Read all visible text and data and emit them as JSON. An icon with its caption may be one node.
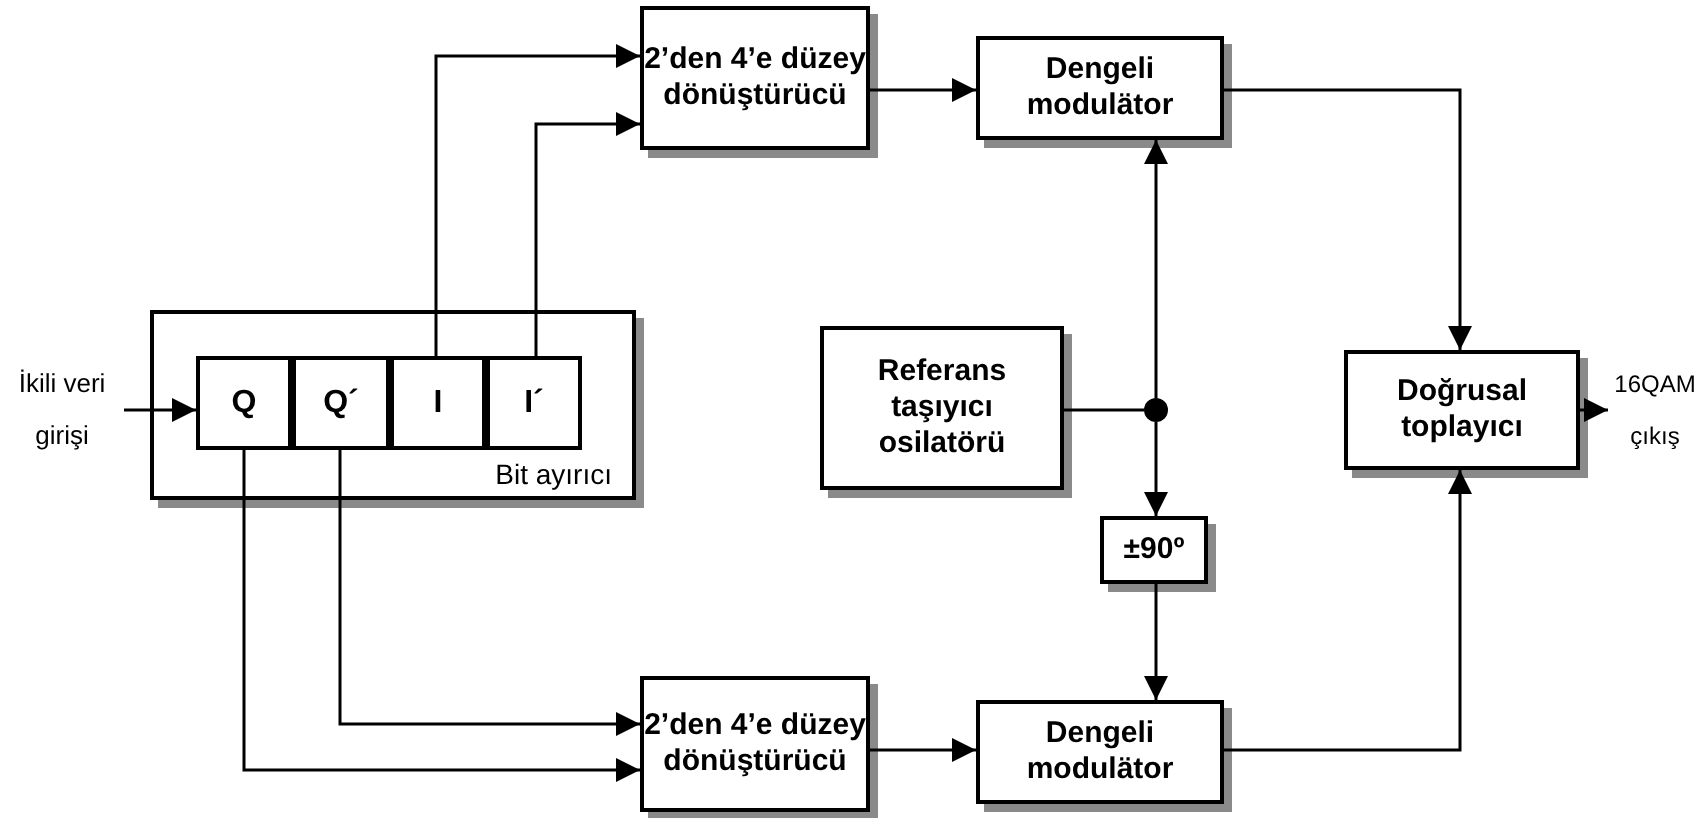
{
  "diagram": {
    "nodes": [
      {
        "text": [
          "Bit ayırıcı"
        ]
      },
      {
        "text": [
          "Q"
        ],
        "in": 0
      },
      {
        "text": [
          "Q´"
        ],
        "in": 0
      },
      {
        "text": [
          "I"
        ],
        "in": 0
      },
      {
        "text": [
          "I´"
        ],
        "in": 0
      },
      {
        "text": [
          "2’den 4’e düzey dönüştürücü"
        ]
      },
      {
        "text": [
          "Dengeli modulätor"
        ]
      },
      {
        "text": [
          "Referans taşıyıcı osilatörü"
        ]
      },
      {
        "text": [],
        "shape": "circle"
      },
      {
        "text": [
          "±90º"
        ]
      },
      {
        "text": [
          "Doğrusal toplayıcı"
        ]
      },
      {
        "text": [
          "2’den 4’e düzey dönüştürücü"
        ]
      },
      {
        "text": [
          "Dengeli modulätor"
        ]
      },
      {
        "text": [
          "İkili veri girişi"
        ]
      },
      {
        "text": [
          "16QAM çıkış"
        ]
      }
    ],
    "edges": [
      {
        "from": 3,
        "to": 5,
        "arrow": "to"
      },
      {
        "from": 4,
        "to": 5,
        "arrow": "to"
      },
      {
        "from": 5,
        "to": 6,
        "arrow": "to"
      },
      {
        "from": 6,
        "to": 10,
        "arrow": "to"
      },
      {
        "from": 7,
        "to": 8,
        "arrow": "none"
      },
      {
        "from": 8,
        "to": 6,
        "arrow": "to"
      },
      {
        "from": 8,
        "to": 9,
        "arrow": "to"
      },
      {
        "from": 9,
        "to": 12,
        "arrow": "to"
      },
      {
        "from": 2,
        "to": 11,
        "arrow": "to"
      },
      {
        "from": 1,
        "to": 11,
        "arrow": "to"
      },
      {
        "from": 11,
        "to": 12,
        "arrow": "to"
      },
      {
        "from": 12,
        "to": 10,
        "arrow": "to"
      },
      {
        "from": 13,
        "to": 1,
        "arrow": "to"
      },
      {
        "from": 10,
        "to": 14,
        "arrow": "to"
      }
    ]
  }
}
